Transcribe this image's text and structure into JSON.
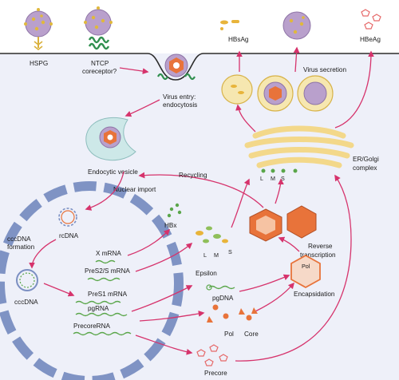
{
  "colors": {
    "background": "#ffffff",
    "membrane": "#eef0f9",
    "arrow": "#d6336c",
    "virion_envelope": "#b9a0cc",
    "spike": "#e0b83c",
    "capsid": "#e8733a",
    "nucleus_envelope": "#7f93c4",
    "er_golgi": "#f3d88a",
    "receptor": "#2f8f4e",
    "rna": "#5aa64a"
  },
  "labels": {
    "hspg": "HSPG",
    "ntcp": "NTCP",
    "coreceptor": "coreceptor?",
    "virus_entry": "Virus entry:",
    "endocytosis": "endocytosis",
    "endocytic_vesicle": "Endocytic vesicle",
    "hbsag": "HBsAg",
    "virus_secretion": "Virus secretion",
    "hbeag": "HBeAg",
    "er_golgi": "ER/Golgi",
    "complex": "complex",
    "recycling": "Recycling",
    "nuclear_import": "Nuclear import",
    "hbx": "HBx",
    "rcdna": "rcDNA",
    "cccdna_formation_1": "cccDNA",
    "cccdna_formation_2": "formation",
    "cccdna": "cccDNA",
    "x_mrna": "X mRNA",
    "pres2s_mrna": "PreS2/S mRNA",
    "pres1_mrna": "PreS1 mRNA",
    "pgrna": "pgRNA",
    "precore_rna": "PrecoreRNA",
    "epsilon": "Epsilon",
    "pgdna": "pgDNA",
    "pol_small": "Pol",
    "core_small": "Core",
    "precore": "Precore",
    "reverse": "Reverse",
    "transcription": "transcription",
    "pol_capsid": "Pol",
    "encapsidation": "Encapsidation",
    "l_1": "L",
    "m_1": "M",
    "s_1": "S",
    "l_2": "L",
    "m_2": "M",
    "s_2": "S"
  }
}
